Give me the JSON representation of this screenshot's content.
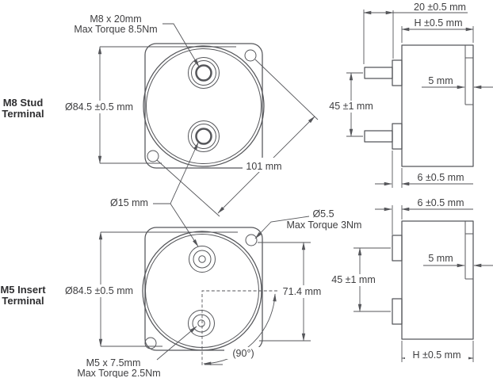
{
  "drawing_title": "Capacitor terminal dimension drawing",
  "colors": {
    "line": "#55565a",
    "text": "#3e3e40",
    "background": "#ffffff"
  },
  "views": {
    "m8_front": {
      "label_line1": "M8 Stud",
      "label_line2": "Terminal",
      "stud_note_line1": "M8 x 20mm",
      "stud_note_line2": "Max Torque 8.5Nm",
      "body_diameter": "Ø84.5 ±0.5 mm",
      "hole_diagonal": "101 mm"
    },
    "shared": {
      "terminal_boss_diameter": "Ø15 mm"
    },
    "m5_front": {
      "label_line1": "M5 Insert",
      "label_line2": "Terminal",
      "insert_note_line1": "M5 x 7.5mm",
      "insert_note_line2": "Max Torque 2.5Nm",
      "body_diameter": "Ø84.5 ±0.5 mm",
      "hole_note_line1": "Ø5.5",
      "hole_note_line2": "Max Torque 3Nm",
      "hole_offset": "71.4 mm",
      "angle": "(90°)"
    },
    "m8_side": {
      "stud_length": "20 ±0.5 mm",
      "body_height": "H ±0.5 mm",
      "step_width": "5 mm",
      "terminal_spacing": "45 ±1 mm",
      "boss_height": "6 ±0.5 mm"
    },
    "m5_side": {
      "boss_height": "6 ±0.5 mm",
      "step_width": "5 mm",
      "terminal_spacing": "45 ±1 mm",
      "body_height": "H ±0.5 mm"
    }
  }
}
